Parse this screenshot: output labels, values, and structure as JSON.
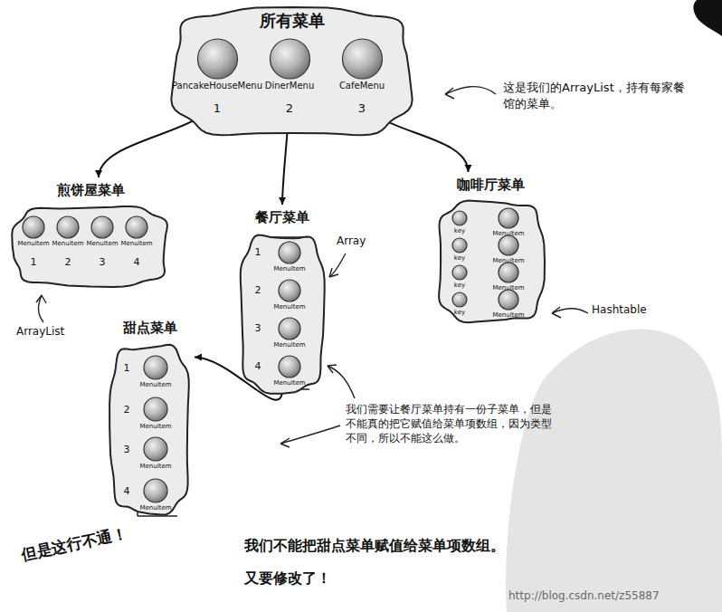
{
  "diagram": {
    "nodes": [
      {
        "text": [
          "所有菜单"
        ]
      },
      {
        "text": [
          "PancakeHouseMenu"
        ],
        "in": 0
      },
      {
        "text": [
          "DinerMenu"
        ],
        "in": 0
      },
      {
        "text": [
          "CafeMenu"
        ],
        "in": 0
      },
      {
        "text": [
          "煎饼屋菜单"
        ]
      },
      {
        "text": [
          "MenuItem"
        ],
        "in": 4
      },
      {
        "text": [
          "MenuItem"
        ],
        "in": 4
      },
      {
        "text": [
          "MenuItem"
        ],
        "in": 4
      },
      {
        "text": [
          "MenuItem"
        ],
        "in": 4
      },
      {
        "text": [
          "餐厅菜单"
        ]
      },
      {
        "text": [
          "MenuItem"
        ],
        "in": 9
      },
      {
        "text": [
          "MenuItem"
        ],
        "in": 9
      },
      {
        "text": [
          "MenuItem"
        ],
        "in": 9
      },
      {
        "text": [
          "MenuItem"
        ],
        "in": 9
      },
      {
        "text": [
          "咖啡厅菜单"
        ]
      },
      {
        "text": [
          "key"
        ],
        "in": 14
      },
      {
        "text": [
          "MenuItem"
        ],
        "in": 14
      },
      {
        "text": [
          "key"
        ],
        "in": 14
      },
      {
        "text": [
          "MenuItem"
        ],
        "in": 14
      },
      {
        "text": [
          "key"
        ],
        "in": 14
      },
      {
        "text": [
          "MenuItem"
        ],
        "in": 14
      },
      {
        "text": [
          "key"
        ],
        "in": 14
      },
      {
        "text": [
          "MenuItem"
        ],
        "in": 14
      },
      {
        "text": [
          "甜点菜单"
        ]
      },
      {
        "text": [
          "MenuItem"
        ],
        "in": 23
      },
      {
        "text": [
          "MenuItem"
        ],
        "in": 23
      },
      {
        "text": [
          "MenuItem"
        ],
        "in": 23
      },
      {
        "text": [
          "MenuItem"
        ],
        "in": 23
      }
    ],
    "edges": [
      {
        "from": 1,
        "to": 4,
        "arrow": "to"
      },
      {
        "from": 2,
        "to": 9,
        "arrow": "to"
      },
      {
        "from": 3,
        "to": 14,
        "arrow": "to"
      },
      {
        "from": 13,
        "to": 23,
        "arrow": "to"
      },
      {
        "from": 15,
        "to": 16,
        "arrow": "to"
      },
      {
        "from": 17,
        "to": 18,
        "arrow": "to"
      },
      {
        "from": 19,
        "to": 20,
        "arrow": "to"
      },
      {
        "from": 21,
        "to": 22,
        "arrow": "to"
      }
    ],
    "labels": [
      "1",
      "2",
      "3",
      "这是我们的ArrayList，持有每家餐馆的菜单。",
      "1",
      "2",
      "3",
      "4",
      "ArrayList",
      "Array",
      "Hashtable",
      "1",
      "2",
      "3",
      "4",
      "1",
      "2",
      "3",
      "4",
      "我们需要让餐厅菜单持有一份子菜单，但是不能真的把它赋值给菜单项数组，因为类型不同，所以不能这么做。",
      "但是这行不通！",
      "我们不能把甜点菜单赋值给菜单项数组。",
      "又要修改了！",
      "http://blog.csdn.net/z55887"
    ]
  }
}
